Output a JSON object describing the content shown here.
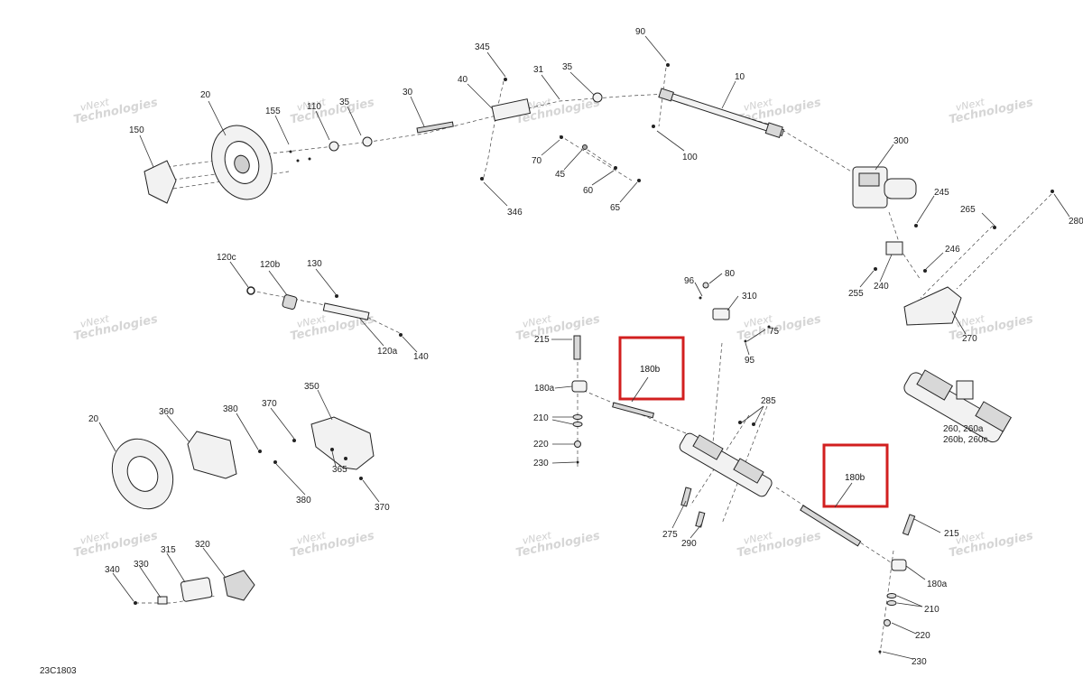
{
  "diagram_code": "23C1803",
  "watermark": {
    "line1": "vNext",
    "line2": "Technologies"
  },
  "highlight_color": "#d21f1f",
  "labels": {
    "l20a": "20",
    "l150": "150",
    "l155": "155",
    "l110": "110",
    "l35a": "35",
    "l30": "30",
    "l345": "345",
    "l40": "40",
    "l31": "31",
    "l35b": "35",
    "l90": "90",
    "l10": "10",
    "l100": "100",
    "l70": "70",
    "l45": "45",
    "l60": "60",
    "l65": "65",
    "l346": "346",
    "l300": "300",
    "l245": "245",
    "l265": "265",
    "l280": "280",
    "l246": "246",
    "l255": "255",
    "l240": "240",
    "l270": "270",
    "l120c": "120c",
    "l120b": "120b",
    "l130": "130",
    "l120a": "120a",
    "l140": "140",
    "l96": "96",
    "l80": "80",
    "l310": "310",
    "l75": "75",
    "l95": "95",
    "l215a": "215",
    "l180b_a": "180b",
    "l180a_a": "180a",
    "l210a": "210",
    "l220a": "220",
    "l230a": "230",
    "l285": "285",
    "l275": "275",
    "l290": "290",
    "l180b_b": "180b",
    "l215b": "215",
    "l180a_b": "180a",
    "l210b": "210",
    "l220b": "220",
    "l230b": "230",
    "l260": "260, 260a",
    "l260b": "260b, 260c",
    "l20b": "20",
    "l360": "360",
    "l380a": "380",
    "l370a": "370",
    "l350": "350",
    "l365": "365",
    "l380b": "380",
    "l370b": "370",
    "l320": "320",
    "l315": "315",
    "l330": "330",
    "l340": "340"
  }
}
